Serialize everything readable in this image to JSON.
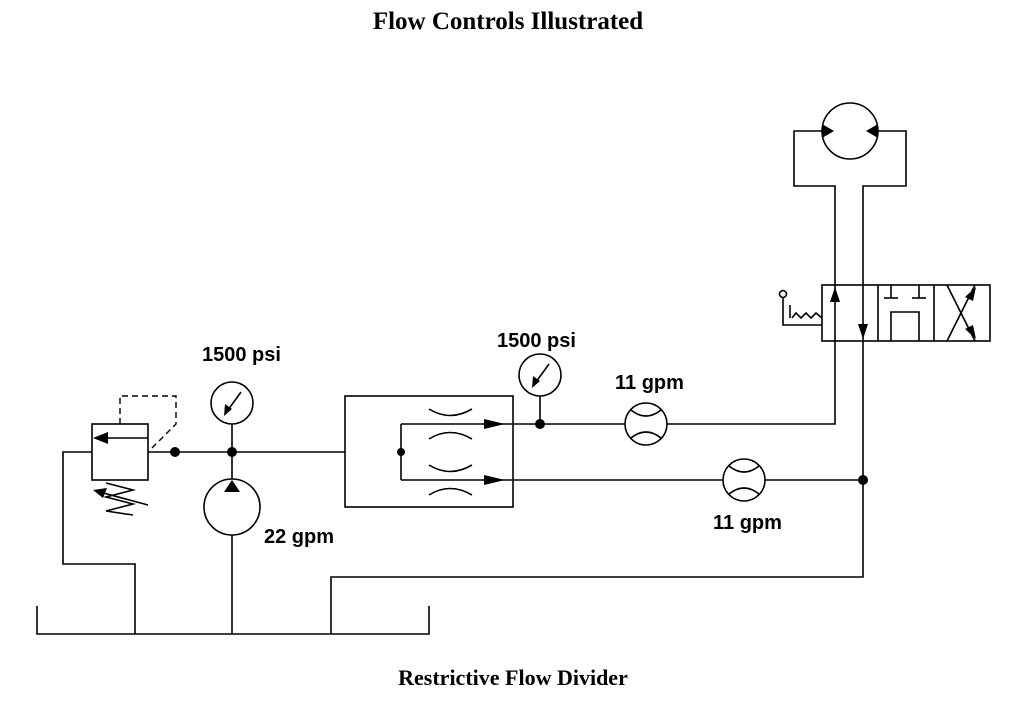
{
  "title": "Flow Controls Illustrated",
  "caption": "Restrictive Flow Divider",
  "labels": {
    "gauge_left": "1500 psi",
    "gauge_right": "1500 psi",
    "pump_flow": "22 gpm",
    "flowmeter_top": "11 gpm",
    "flowmeter_bottom": "11 gpm"
  },
  "components": [
    {
      "id": "relief-valve",
      "type": "pressure relief valve"
    },
    {
      "id": "pump",
      "type": "fixed displacement pump"
    },
    {
      "id": "pressure-gauge-left",
      "type": "pressure gauge"
    },
    {
      "id": "flow-divider",
      "type": "restrictive flow divider"
    },
    {
      "id": "pressure-gauge-right",
      "type": "pressure gauge"
    },
    {
      "id": "flowmeter-top",
      "type": "flowmeter"
    },
    {
      "id": "flowmeter-bottom",
      "type": "flowmeter"
    },
    {
      "id": "directional-valve",
      "type": "4-way 3-position directional control valve, lever/spring"
    },
    {
      "id": "hydraulic-motor",
      "type": "bi-directional hydraulic motor"
    },
    {
      "id": "reservoir",
      "type": "tank"
    }
  ]
}
